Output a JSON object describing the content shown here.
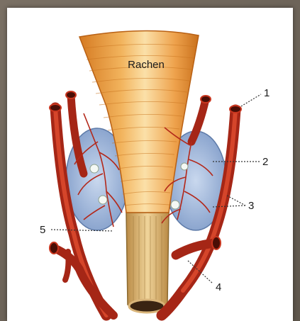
{
  "labels": {
    "pharynx": "Rachen",
    "l1": "1",
    "l2": "2",
    "l3": "3",
    "l4": "4",
    "l5": "5"
  },
  "colors": {
    "pharynx": "#e8a04a",
    "artery": "#c8321e",
    "gland": "#9fb8dd",
    "esophagus": "#d8b070"
  }
}
